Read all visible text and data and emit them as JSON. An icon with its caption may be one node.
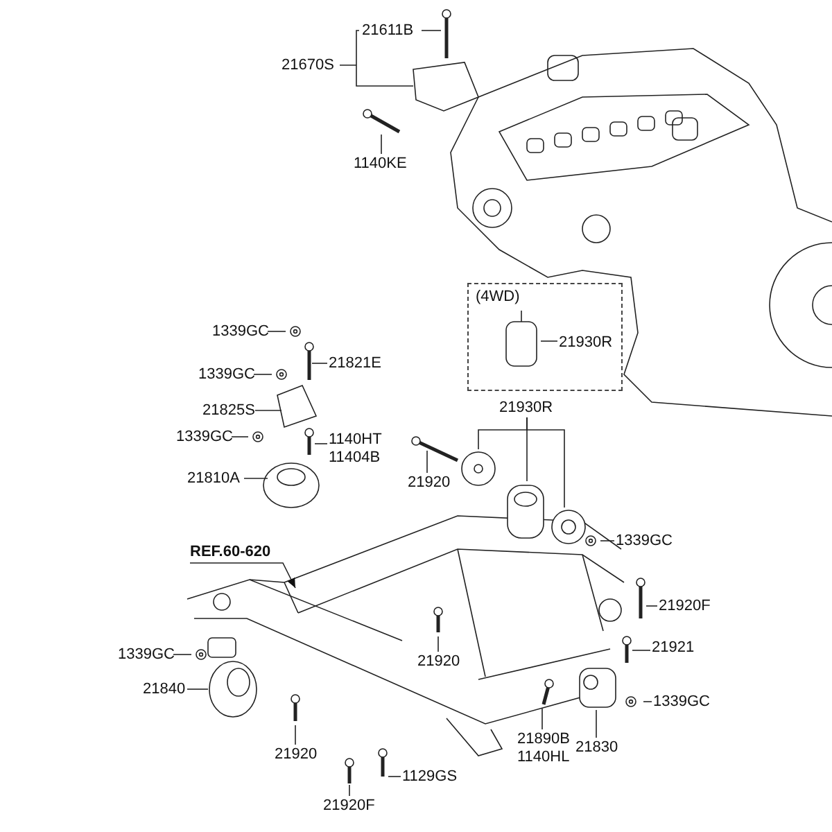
{
  "diagram": {
    "nodes": [
      {
        "text": [
          "21670S"
        ]
      },
      {
        "text": [
          "21611B"
        ]
      },
      {
        "text": [
          "1140KE"
        ]
      },
      {
        "text": [
          "(4WD)"
        ]
      },
      {
        "text": [
          "21930R"
        ],
        "in": 3
      },
      {
        "text": [
          "1339GC"
        ]
      },
      {
        "text": [
          "21821E"
        ]
      },
      {
        "text": [
          "1339GC"
        ]
      },
      {
        "text": [
          "21825S"
        ]
      },
      {
        "text": [
          "1339GC"
        ]
      },
      {
        "text": [
          "1140HT",
          "11404B"
        ]
      },
      {
        "text": [
          "21810A"
        ]
      },
      {
        "text": [
          "21930R"
        ]
      },
      {
        "text": [
          "21920"
        ]
      },
      {
        "text": [
          "1339GC"
        ]
      },
      {
        "text": [
          "REF.60-620"
        ]
      },
      {
        "text": [
          "21920F"
        ]
      },
      {
        "text": [
          "1339GC"
        ]
      },
      {
        "text": [
          "21840"
        ]
      },
      {
        "text": [
          "21920"
        ]
      },
      {
        "text": [
          "21921"
        ]
      },
      {
        "text": [
          "21920"
        ]
      },
      {
        "text": [
          "21830"
        ]
      },
      {
        "text": [
          "1339GC"
        ]
      },
      {
        "text": [
          "21890B",
          "1140HL"
        ]
      },
      {
        "text": [
          "1129GS"
        ]
      },
      {
        "text": [
          "21920F"
        ]
      }
    ],
    "edges": [
      {
        "from": 0,
        "to": null,
        "arrow": "none"
      },
      {
        "from": 1,
        "to": null,
        "arrow": "none"
      },
      {
        "from": 2,
        "to": null,
        "arrow": "none"
      },
      {
        "from": 4,
        "to": null,
        "arrow": "none"
      },
      {
        "from": 5,
        "to": null,
        "arrow": "none"
      },
      {
        "from": 6,
        "to": null,
        "arrow": "none"
      },
      {
        "from": 7,
        "to": null,
        "arrow": "none"
      },
      {
        "from": 8,
        "to": null,
        "arrow": "none"
      },
      {
        "from": 9,
        "to": null,
        "arrow": "none"
      },
      {
        "from": 10,
        "to": null,
        "arrow": "none"
      },
      {
        "from": 11,
        "to": null,
        "arrow": "none"
      },
      {
        "from": 12,
        "to": null,
        "arrow": "none"
      },
      {
        "from": 12,
        "to": null,
        "arrow": "none"
      },
      {
        "from": 12,
        "to": null,
        "arrow": "none"
      },
      {
        "from": 13,
        "to": null,
        "arrow": "none"
      },
      {
        "from": 14,
        "to": null,
        "arrow": "none"
      },
      {
        "from": 15,
        "to": null,
        "arrow": "to"
      },
      {
        "from": 16,
        "to": null,
        "arrow": "none"
      },
      {
        "from": 17,
        "to": null,
        "arrow": "none"
      },
      {
        "from": 18,
        "to": null,
        "arrow": "none"
      },
      {
        "from": 19,
        "to": null,
        "arrow": "none"
      },
      {
        "from": 20,
        "to": null,
        "arrow": "none"
      },
      {
        "from": 21,
        "to": null,
        "arrow": "none"
      },
      {
        "from": 22,
        "to": null,
        "arrow": "none"
      },
      {
        "from": 23,
        "to": null,
        "arrow": "none"
      },
      {
        "from": 24,
        "to": null,
        "arrow": "none"
      },
      {
        "from": 25,
        "to": null,
        "arrow": "none"
      },
      {
        "from": 26,
        "to": null,
        "arrow": "none"
      }
    ]
  }
}
